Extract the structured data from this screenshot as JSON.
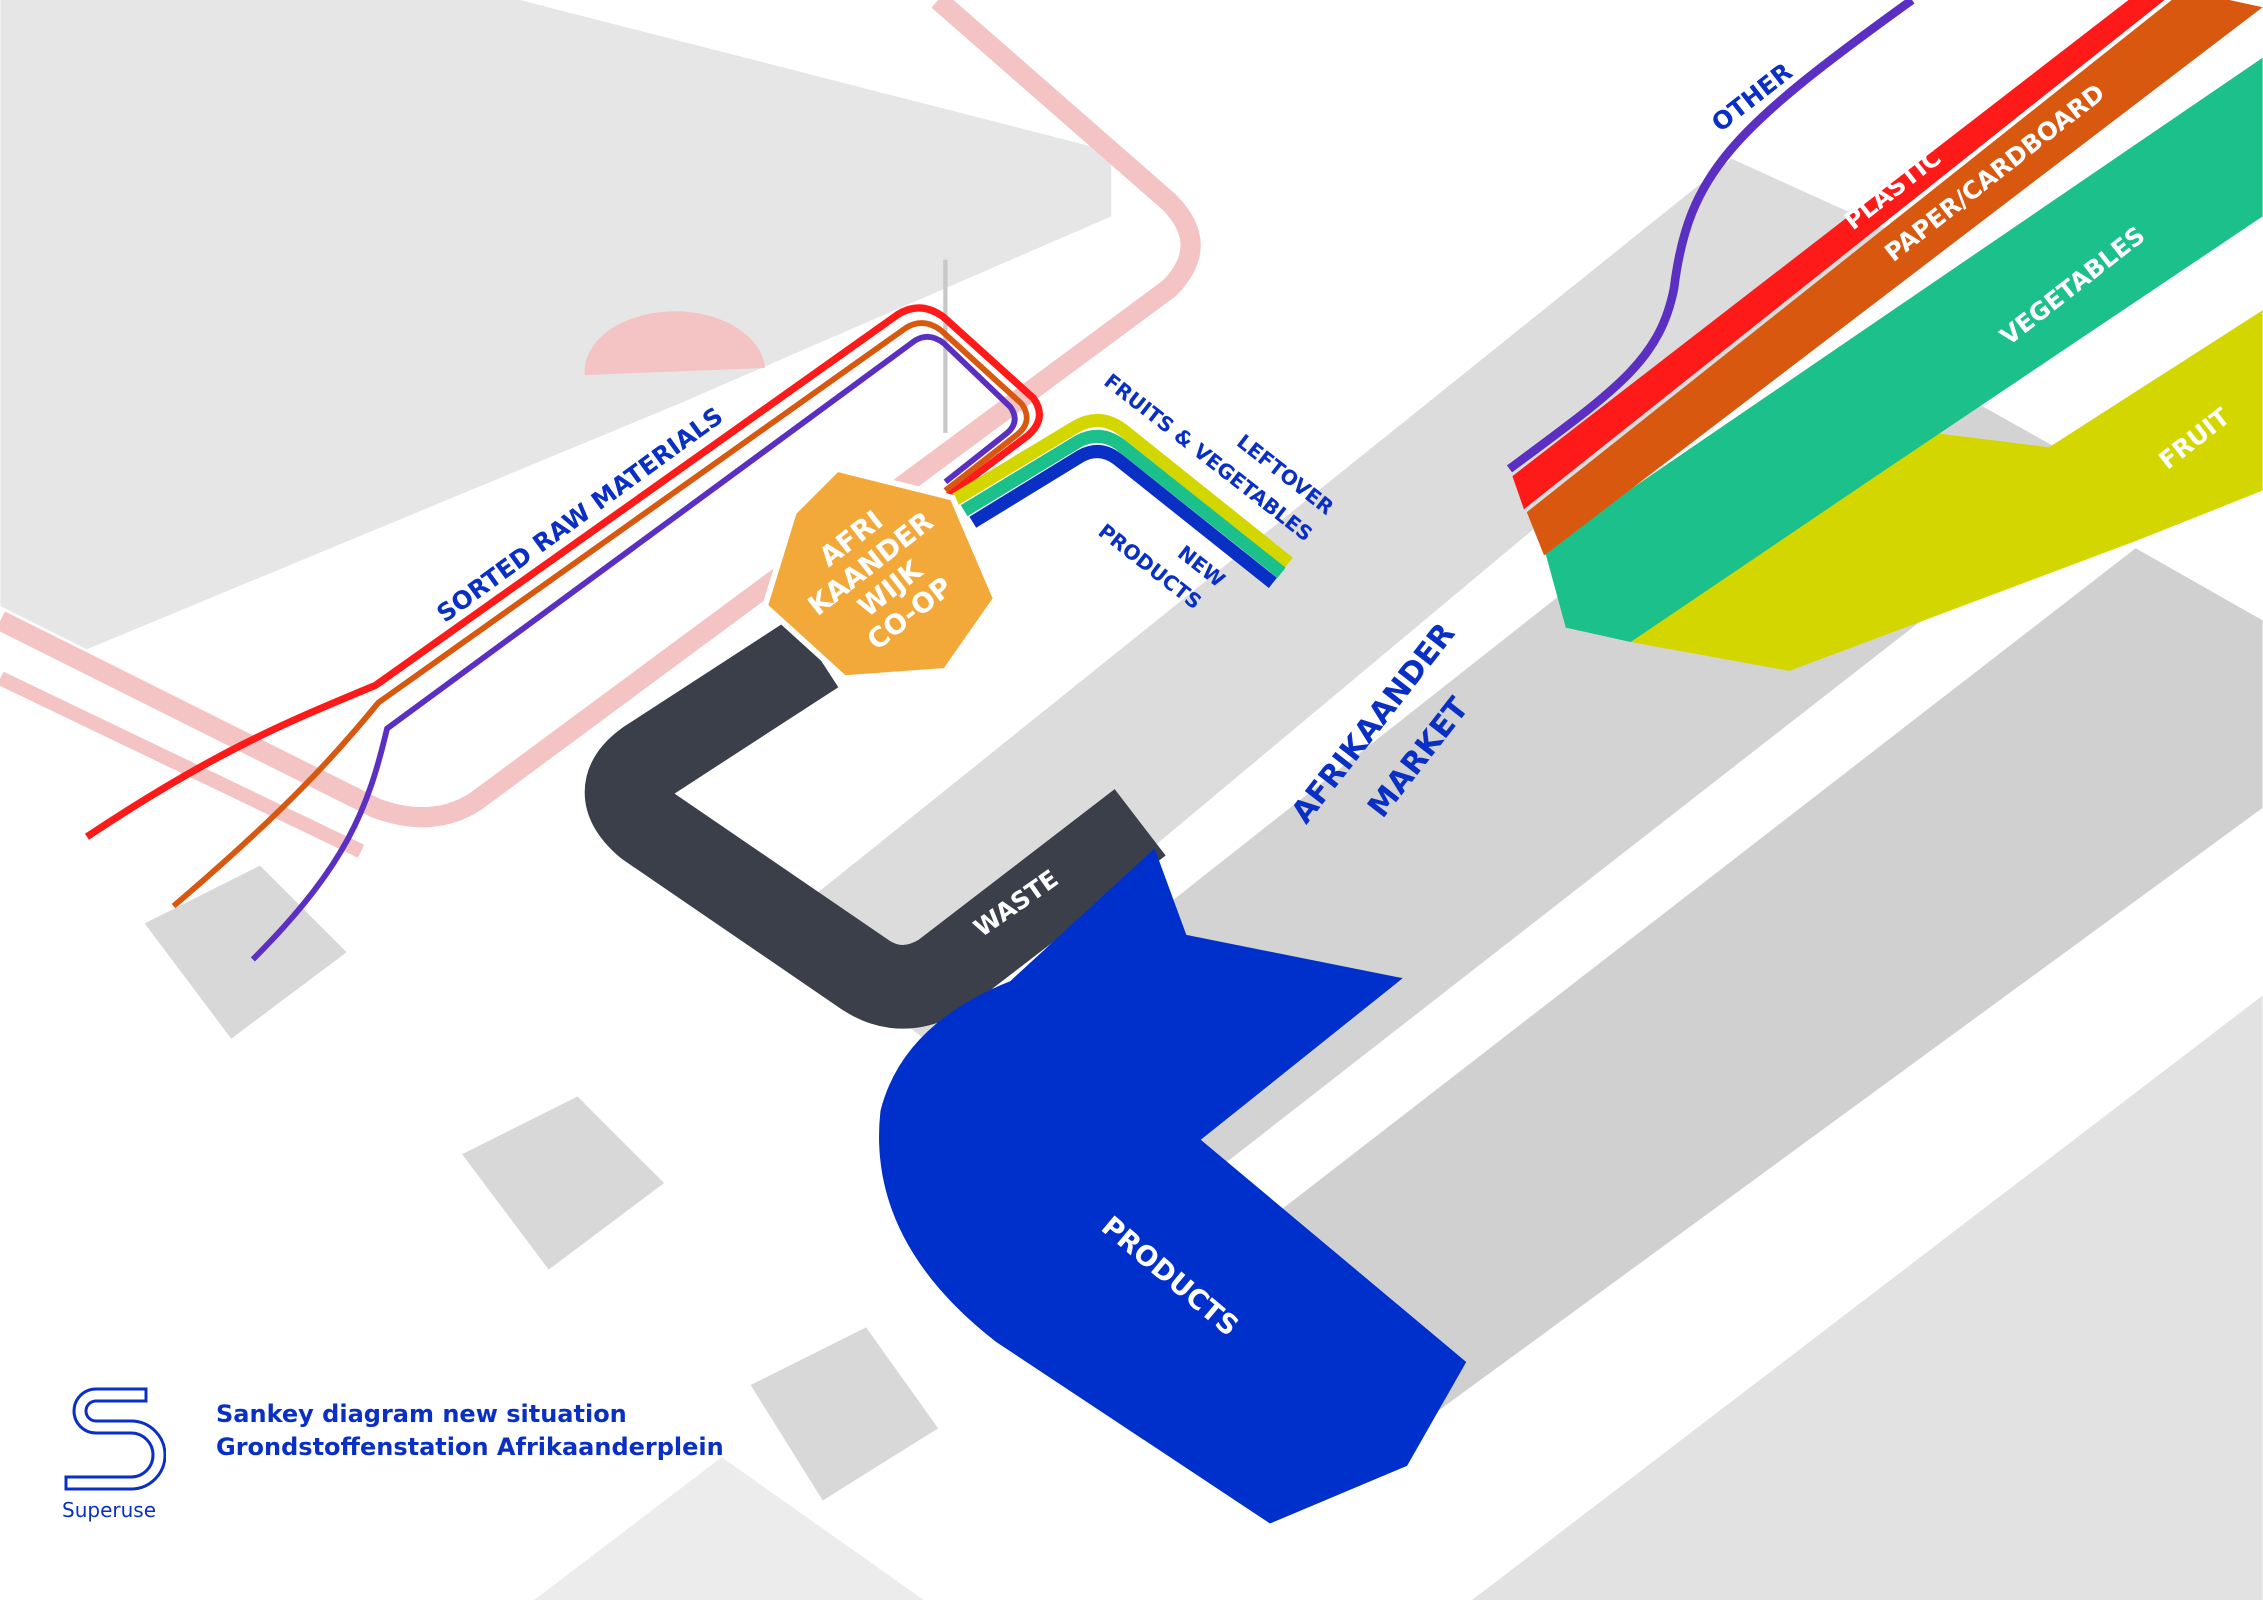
{
  "title_lines": [
    "Sankey diagram new situation",
    "Grondstoffenstation Afrikaanderplein"
  ],
  "brand": {
    "name": "Superuse",
    "icon": "superuse-s-logo"
  },
  "hub": {
    "lines": [
      "AFRI",
      "KAANDER",
      "WIJK",
      "CO-OP"
    ],
    "color": "#f2a93a"
  },
  "market_label": [
    "AFRIKAANDER",
    "MARKET"
  ],
  "inputs": [
    {
      "label": "OTHER",
      "color": "#5a2fc2"
    },
    {
      "label": "PLASTIC",
      "color": "#ff1a1a"
    },
    {
      "label": "PAPER/CARDBOARD",
      "color": "#d9580f"
    },
    {
      "label": "VEGETABLES",
      "color": "#1cc08a"
    },
    {
      "label": "FRUIT",
      "color": "#d4d600"
    }
  ],
  "outputs": {
    "sorted_raw_materials": "SORTED RAW MATERIALS",
    "leftover": [
      "LEFTOVER",
      "FRUITS & VEGETABLES"
    ],
    "new_products": [
      "NEW",
      "PRODUCTS"
    ],
    "waste": {
      "label": "WASTE",
      "color": "#3a3f4a"
    },
    "products": {
      "label": "PRODUCTS",
      "color": "#0030cc"
    }
  },
  "label_color": "#0a2fc4"
}
